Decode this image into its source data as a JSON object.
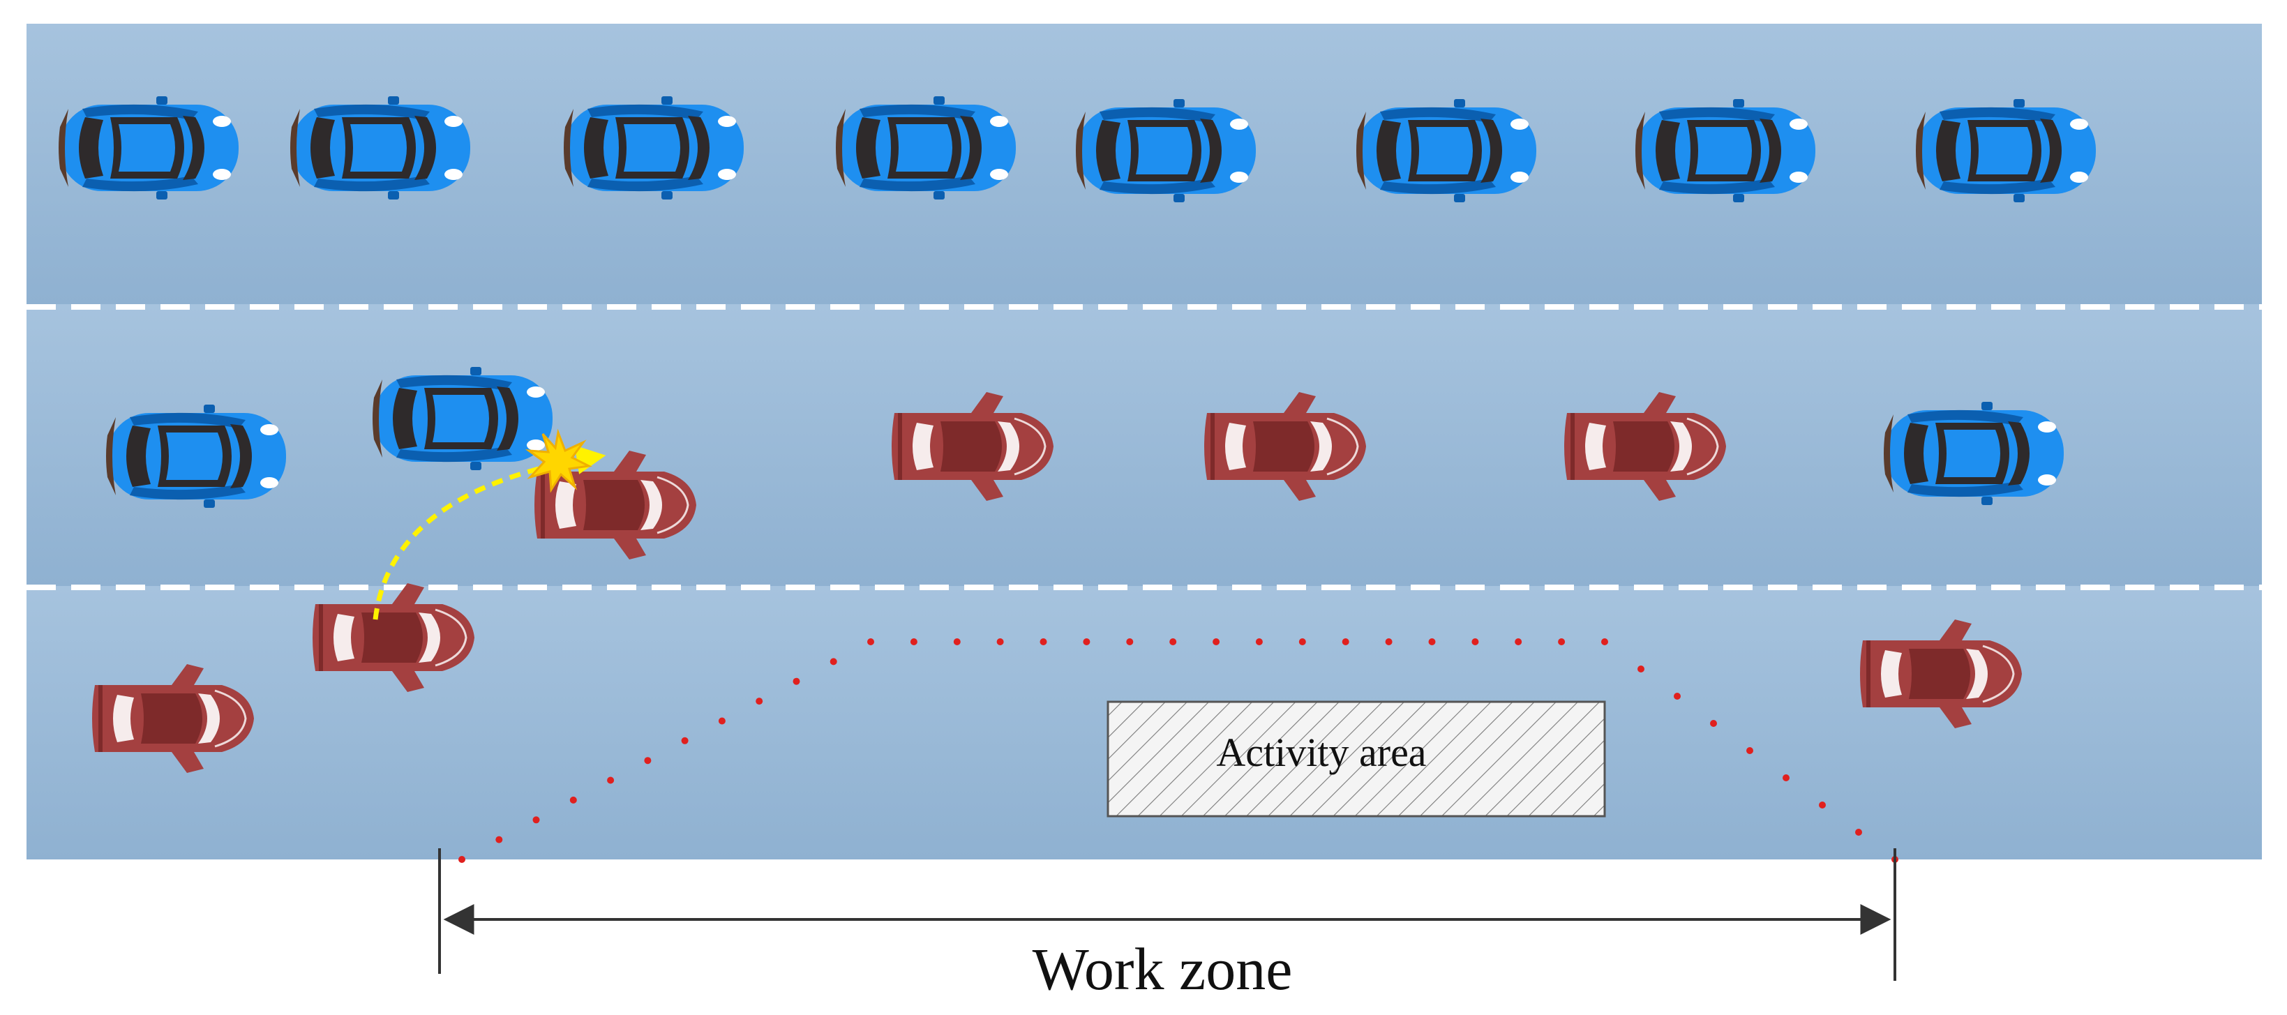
{
  "labels": {
    "activity_area": "Activity area",
    "work_zone": "Work zone"
  },
  "colors": {
    "road_top": "#a3c1dd",
    "road_bottom": "#8fb2d2",
    "lane_marking": "#ffffff",
    "blue_car": "#1e8ff0",
    "blue_car_dark": "#0b5fb0",
    "red_car": "#a44040",
    "red_car_dark": "#7e2a2a",
    "taper_dots": "#e0201e",
    "trajectory": "#fff200",
    "collision": "#ffd600",
    "dimension_line": "#333333"
  },
  "icons": {
    "blue_car": "car-top-view-icon",
    "red_car": "sports-car-top-view-icon",
    "collision": "collision-burst-icon"
  },
  "vehicles": [
    {
      "id": "blue-l1-1",
      "type": "blue",
      "lane": 1,
      "order": 1
    },
    {
      "id": "blue-l1-2",
      "type": "blue",
      "lane": 1,
      "order": 2
    },
    {
      "id": "blue-l1-3",
      "type": "blue",
      "lane": 1,
      "order": 3
    },
    {
      "id": "blue-l1-4",
      "type": "blue",
      "lane": 1,
      "order": 4
    },
    {
      "id": "blue-l1-5",
      "type": "blue",
      "lane": 1,
      "order": 5
    },
    {
      "id": "blue-l1-6",
      "type": "blue",
      "lane": 1,
      "order": 6
    },
    {
      "id": "blue-l1-7",
      "type": "blue",
      "lane": 1,
      "order": 7
    },
    {
      "id": "blue-l1-8",
      "type": "blue",
      "lane": 1,
      "order": 8
    },
    {
      "id": "blue-l2-1",
      "type": "blue",
      "lane": 2,
      "order": 1
    },
    {
      "id": "blue-l2-2",
      "type": "blue",
      "lane": 2,
      "order": 2
    },
    {
      "id": "red-l2-1",
      "type": "red",
      "lane": 2,
      "order": 3
    },
    {
      "id": "red-l2-2",
      "type": "red",
      "lane": 2,
      "order": 4
    },
    {
      "id": "red-l2-3",
      "type": "red",
      "lane": 2,
      "order": 5
    },
    {
      "id": "red-l2-4",
      "type": "red",
      "lane": 2,
      "order": 6
    },
    {
      "id": "blue-l2-3",
      "type": "blue",
      "lane": 2,
      "order": 7
    },
    {
      "id": "red-l3-1",
      "type": "red",
      "lane": 3,
      "order": 1
    },
    {
      "id": "red-l3-2",
      "type": "red",
      "lane": 3,
      "order": 2
    },
    {
      "id": "red-l3-3",
      "type": "red",
      "lane": 3,
      "order": 3
    }
  ]
}
